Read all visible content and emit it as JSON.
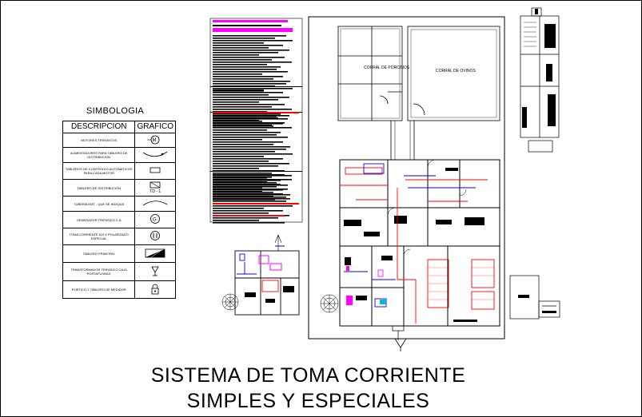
{
  "legend": {
    "title": "SIMBOLOGIA",
    "headers": {
      "description": "DESCRIPCION",
      "graphic": "GRAFICO"
    },
    "rows": [
      {
        "description": "MOTORES TRIFASICOS",
        "graphic_icon": "motor-icon",
        "graphic_label": ""
      },
      {
        "description": "ALIMENTADORES PARA TABLERO DE DISTRIBUCION",
        "graphic_icon": "feeder-arc-icon",
        "graphic_label": ""
      },
      {
        "description": "TABLEROS DE CONTROLES AUTOMATICOS PARA CADA MOTOR",
        "graphic_icon": "control-panel-icon",
        "graphic_label": ""
      },
      {
        "description": "TABLERO DE DISTRIBUCION",
        "graphic_icon": "distribution-board-icon",
        "graphic_label": "TD - 1"
      },
      {
        "description": "TUBERIA EMT - QUE SE INDIQUE",
        "graphic_icon": "conduit-arc-icon",
        "graphic_label": ""
      },
      {
        "description": "GENERADOR TRIFASICO C.A",
        "graphic_icon": "generator-icon",
        "graphic_label": ""
      },
      {
        "description": "TOMA CORRIENTE 110 V POLARIZADO ESPECIAL",
        "graphic_icon": "outlet-icon",
        "graphic_label": ""
      },
      {
        "description": "TABLERO PRINCIPAL",
        "graphic_icon": "main-panel-icon",
        "graphic_label": ""
      },
      {
        "description": "TRANSFORMADOR TRIFASICO CAJA PORTAFUSIBLE",
        "graphic_icon": "transformer-icon",
        "graphic_label": ""
      },
      {
        "description": "PORTICO Y TABLERO DE MEDIDOR",
        "graphic_icon": "meter-lock-icon",
        "graphic_label": ""
      }
    ]
  },
  "plan": {
    "corral_porcinos": "CORRAL DE PORCINOS",
    "corral_ovinos": "CORRAL DE OVINOS"
  },
  "title": {
    "line1": "SISTEMA DE TOMA CORRIENTE",
    "line2": "SIMPLES Y ESPECIALES"
  },
  "colors": {
    "line": "#000000",
    "red_circuit": "#ff0000",
    "magenta": "#ff00ff",
    "blue_circuit": "#0000ff",
    "cyan": "#00bcd4"
  }
}
